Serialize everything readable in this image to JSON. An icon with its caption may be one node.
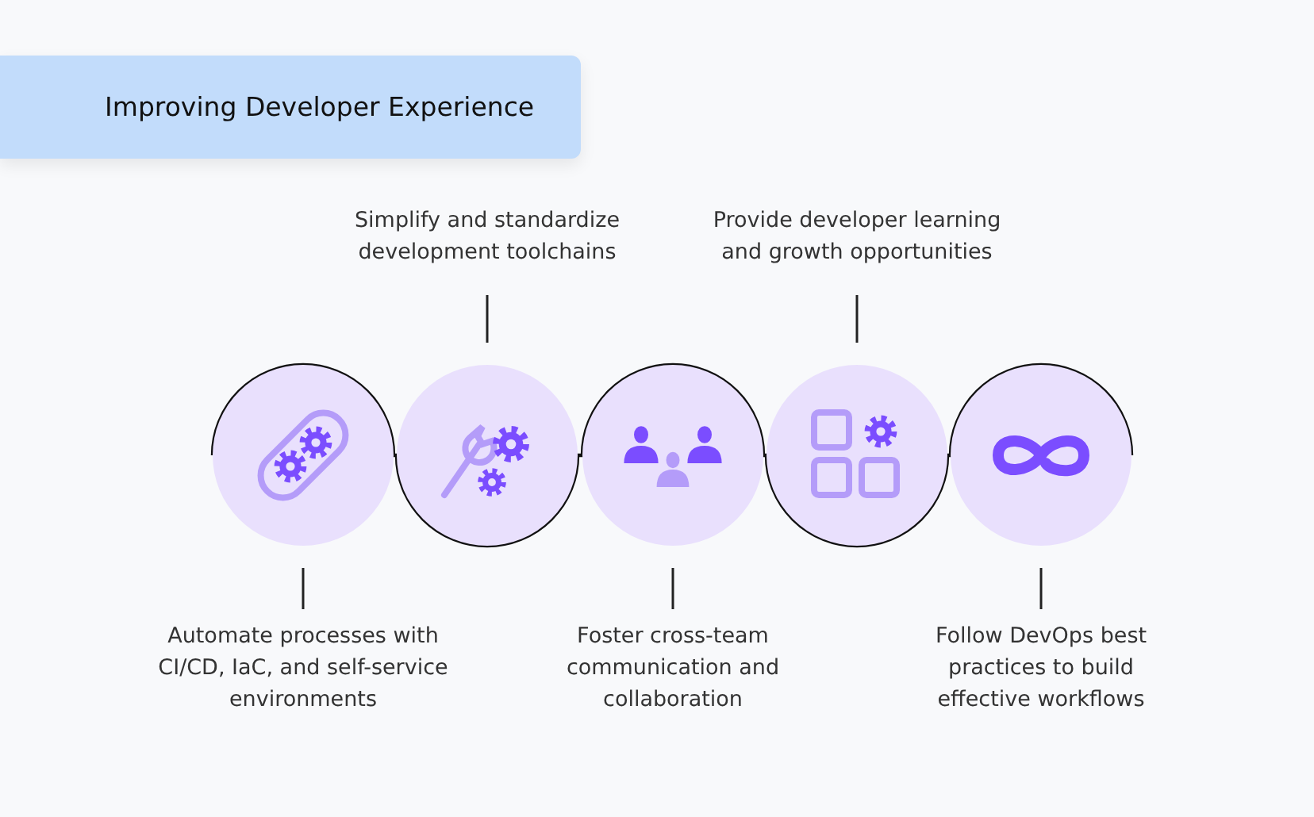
{
  "diagram": {
    "nodes": [
      {
        "text": [
          "Improving Developer Experience"
        ]
      },
      {
        "text": [],
        "shape": "circle"
      },
      {
        "text": [],
        "shape": "circle"
      },
      {
        "text": [],
        "shape": "circle"
      },
      {
        "text": [],
        "shape": "circle"
      },
      {
        "text": [],
        "shape": "circle"
      },
      {
        "text": [
          "Simplify and standardize development toolchains"
        ]
      },
      {
        "text": [
          "Provide developer learning and growth opportunities"
        ]
      },
      {
        "text": [
          "Automate processes with CI/CD, IaC, and self-service environments"
        ]
      },
      {
        "text": [
          "Foster cross-team communication and collaboration"
        ]
      },
      {
        "text": [
          "Follow DevOps best practices to build effective workflows"
        ]
      }
    ],
    "edges": [
      {
        "from": 6,
        "to": 2,
        "arrow": "none"
      },
      {
        "from": 7,
        "to": 4,
        "arrow": "none"
      },
      {
        "from": 8,
        "to": 1,
        "arrow": "none"
      },
      {
        "from": 9,
        "to": 3,
        "arrow": "none"
      },
      {
        "from": 10,
        "to": 5,
        "arrow": "none"
      }
    ]
  }
}
